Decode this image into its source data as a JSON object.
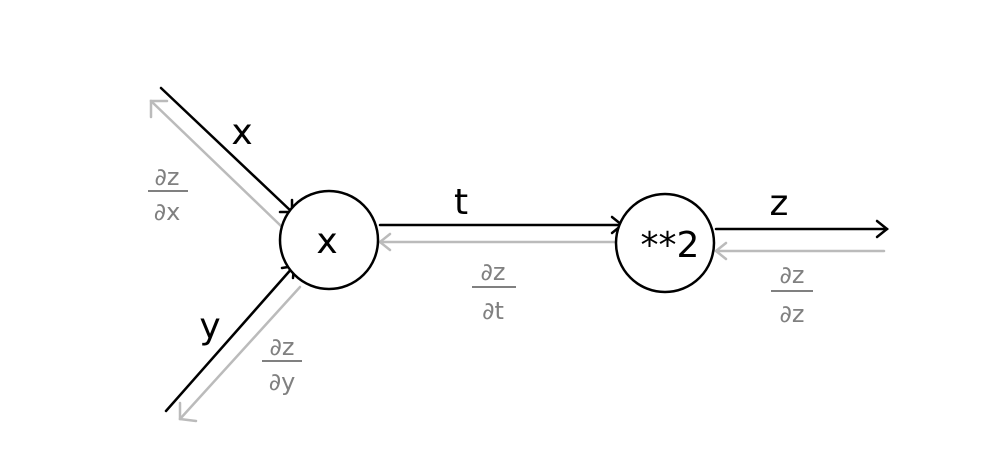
{
  "colors": {
    "forward": "#000000",
    "backward": "#bbbbbb",
    "grad_text": "#808080",
    "background": "#ffffff"
  },
  "nodes": {
    "multiply": {
      "label": "x"
    },
    "square": {
      "label": "**2"
    }
  },
  "edges": {
    "x": {
      "label": "x"
    },
    "y": {
      "label": "y"
    },
    "t": {
      "label": "t"
    },
    "z": {
      "label": "z"
    }
  },
  "gradients": {
    "dz_dx": {
      "numerator": "∂z",
      "denominator": "∂x"
    },
    "dz_dy": {
      "numerator": "∂z",
      "denominator": "∂y"
    },
    "dz_dt": {
      "numerator": "∂z",
      "denominator": "∂t"
    },
    "dz_dz": {
      "numerator": "∂z",
      "denominator": "∂z"
    }
  }
}
